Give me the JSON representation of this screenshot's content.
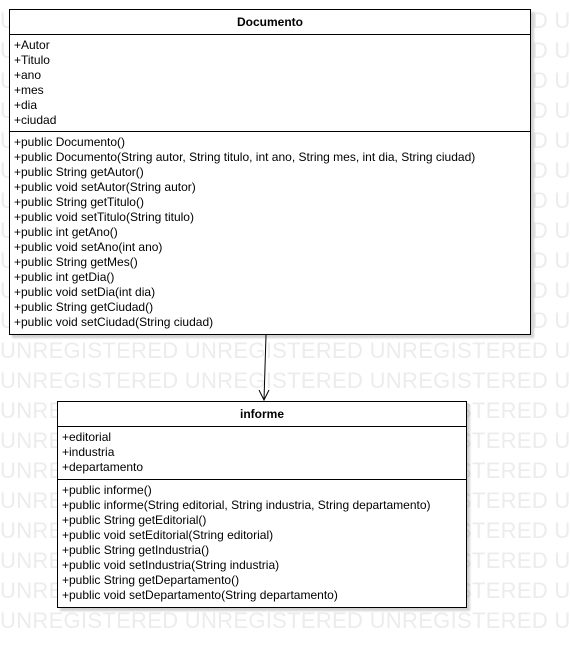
{
  "watermark": {
    "text": "UNREGISTERED UNREGISTERED UNREGISTERED UNREGISTERED"
  },
  "classes": [
    {
      "id": "documento",
      "name": "Documento",
      "attributes": [
        "+Autor",
        "+Titulo",
        "+ano",
        "+mes",
        "+dia",
        "+ciudad"
      ],
      "methods": [
        "+public Documento()",
        "+public Documento(String autor, String titulo, int ano, String mes, int dia, String ciudad)",
        "+public String getAutor()",
        "+public void setAutor(String autor)",
        "+public String getTitulo()",
        "+public void setTitulo(String titulo)",
        "+public int getAno()",
        "+public void setAno(int ano)",
        "+public String getMes()",
        "+public int getDia()",
        "+public void setDia(int dia)",
        "+public String getCiudad()",
        "+public void setCiudad(String ciudad)"
      ]
    },
    {
      "id": "informe",
      "name": "informe",
      "attributes": [
        "+editorial",
        "+industria",
        "+departamento"
      ],
      "methods": [
        "+public informe()",
        "+public informe(String editorial, String industria, String departamento)",
        "+public String getEditorial()",
        "+public void setEditorial(String editorial)",
        "+public String getIndustria()",
        "+public void setIndustria(String industria)",
        "+public String getDepartamento()",
        "+public void setDepartamento(String departamento)"
      ]
    }
  ],
  "colors": {
    "border": "#000000",
    "watermark": "#ececec",
    "background": "#ffffff"
  }
}
